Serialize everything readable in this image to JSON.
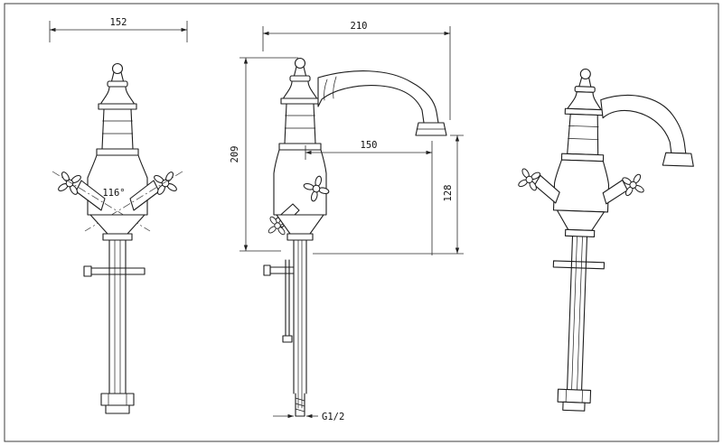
{
  "sheet": {
    "background": "#ffffff",
    "line_color": "#1d1d1d"
  },
  "dimensions": {
    "front_width": "152",
    "handle_angle": "116°",
    "overall_length": "210",
    "total_height": "209",
    "spout_reach": "150",
    "outlet_height": "128",
    "thread": "G1/2"
  }
}
